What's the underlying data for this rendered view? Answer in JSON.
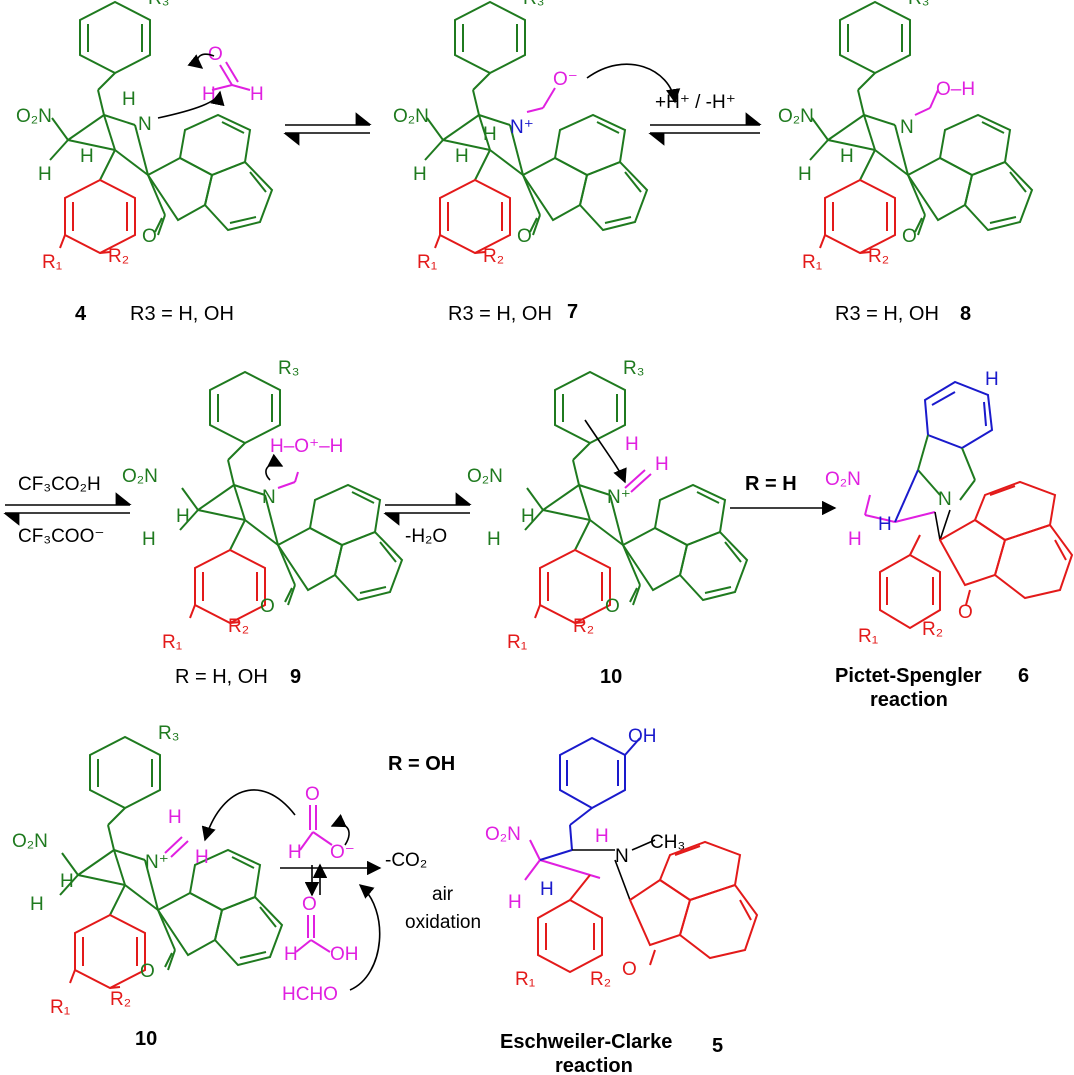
{
  "compounds": {
    "c4": {
      "number": "4",
      "caption": "R3 = H, OH"
    },
    "c7": {
      "number": "7",
      "caption": "R3 = H, OH"
    },
    "c8": {
      "number": "8",
      "caption": "R3 = H, OH"
    },
    "c9": {
      "number": "9",
      "caption": "R = H, OH"
    },
    "c10a": {
      "number": "10"
    },
    "c6": {
      "number": "6",
      "name_line1": "Pictet-Spengler",
      "name_line2": "reaction"
    },
    "c10b": {
      "number": "10"
    },
    "c5": {
      "number": "5",
      "name_line1": "Eschweiler-Clarke",
      "name_line2": "reaction"
    }
  },
  "arrows": {
    "a47": {
      "label": ""
    },
    "a78": {
      "label": "+H⁺ / -H⁺"
    },
    "a89": {
      "top": "CF₃CO₂H",
      "bottom": "CF₃COO⁻"
    },
    "a910": {
      "label": "-H₂O"
    },
    "a106": {
      "label": "R = H"
    },
    "a105": {
      "condition": "R = OH",
      "byproduct": "-CO₂",
      "note_line1": "air",
      "note_line2": "oxidation"
    }
  },
  "reagents": {
    "formaldehyde": "HCHO"
  },
  "atoms": {
    "nitro": "O₂N",
    "n": "N",
    "nplus": "N⁺",
    "h": "H",
    "o": "O",
    "ominus": "O⁻",
    "ketone_o": "O",
    "r1": "R₁",
    "r2": "R₂",
    "r3": "R₃",
    "oh": "OH",
    "ch3": "CH₃",
    "oh_h": "O–H",
    "hydronium": "H–O⁺–H"
  },
  "colors": {
    "scaffold": "#1f7a1f",
    "aryl": "#e31a1a",
    "new_ring": "#1a1acc",
    "reagent": "#e020e0"
  }
}
